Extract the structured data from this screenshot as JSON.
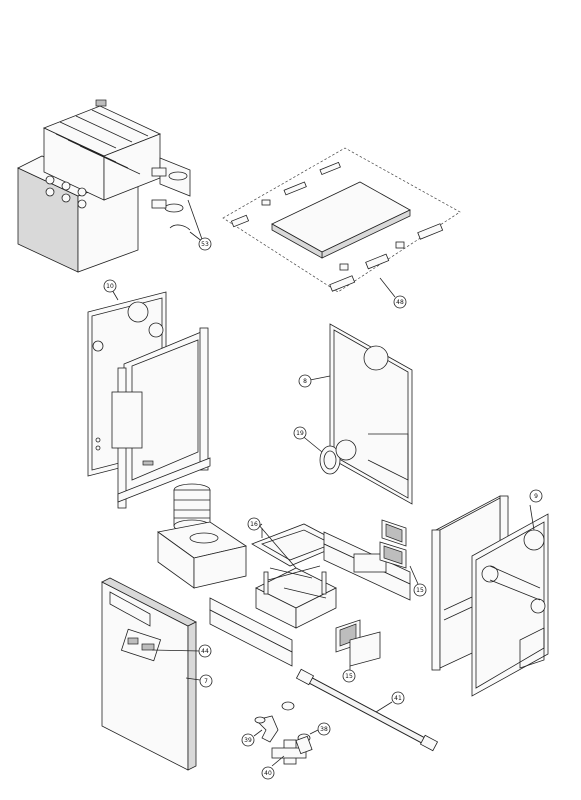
{
  "diagram": {
    "callouts": [
      {
        "id": "c53",
        "label": "53"
      },
      {
        "id": "c48",
        "label": "48"
      },
      {
        "id": "c10",
        "label": "10"
      },
      {
        "id": "c8",
        "label": "8"
      },
      {
        "id": "c19",
        "label": "19"
      },
      {
        "id": "c16",
        "label": "16"
      },
      {
        "id": "c15a",
        "label": "15"
      },
      {
        "id": "c9",
        "label": "9"
      },
      {
        "id": "c44",
        "label": "44"
      },
      {
        "id": "c7",
        "label": "7"
      },
      {
        "id": "c15b",
        "label": "15"
      },
      {
        "id": "c41",
        "label": "41"
      },
      {
        "id": "c38",
        "label": "38"
      },
      {
        "id": "c39",
        "label": "39"
      },
      {
        "id": "c40",
        "label": "40"
      }
    ]
  }
}
